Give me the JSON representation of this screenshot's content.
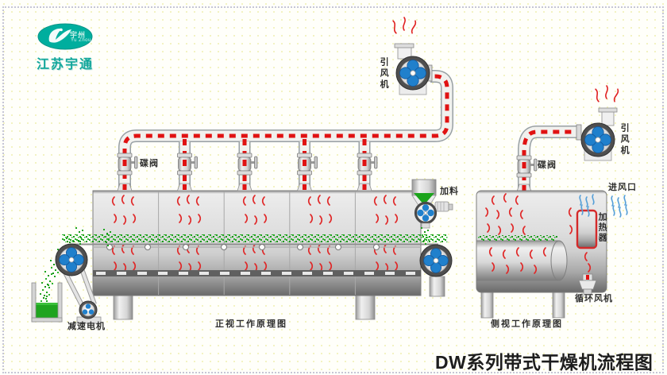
{
  "logo": {
    "brand_zh": "宇州",
    "brand_en": "Yu Zhou",
    "company": "江苏宇通"
  },
  "front_view": {
    "fan_label": "引风机",
    "valve_label": "碟阀",
    "feed_label": "加料",
    "motor_label": "减速电机",
    "caption": "正视工作原理图"
  },
  "side_view": {
    "fan_label": "引风机",
    "valve_label": "碟阀",
    "air_inlet_label": "进风口",
    "heater_label": "加热器",
    "circulation_fan_label": "循环风机",
    "caption": "侧视工作原理图"
  },
  "title": "DW系列带式干燥机流程图",
  "colors": {
    "teal": "#00ae9e",
    "fan_blue": "#2080cc",
    "steam_red": "#dd1111",
    "material_green": "#1ea41e",
    "pipe_fill": "#f1f1ee",
    "metal_dark": "#6f6f6f"
  }
}
